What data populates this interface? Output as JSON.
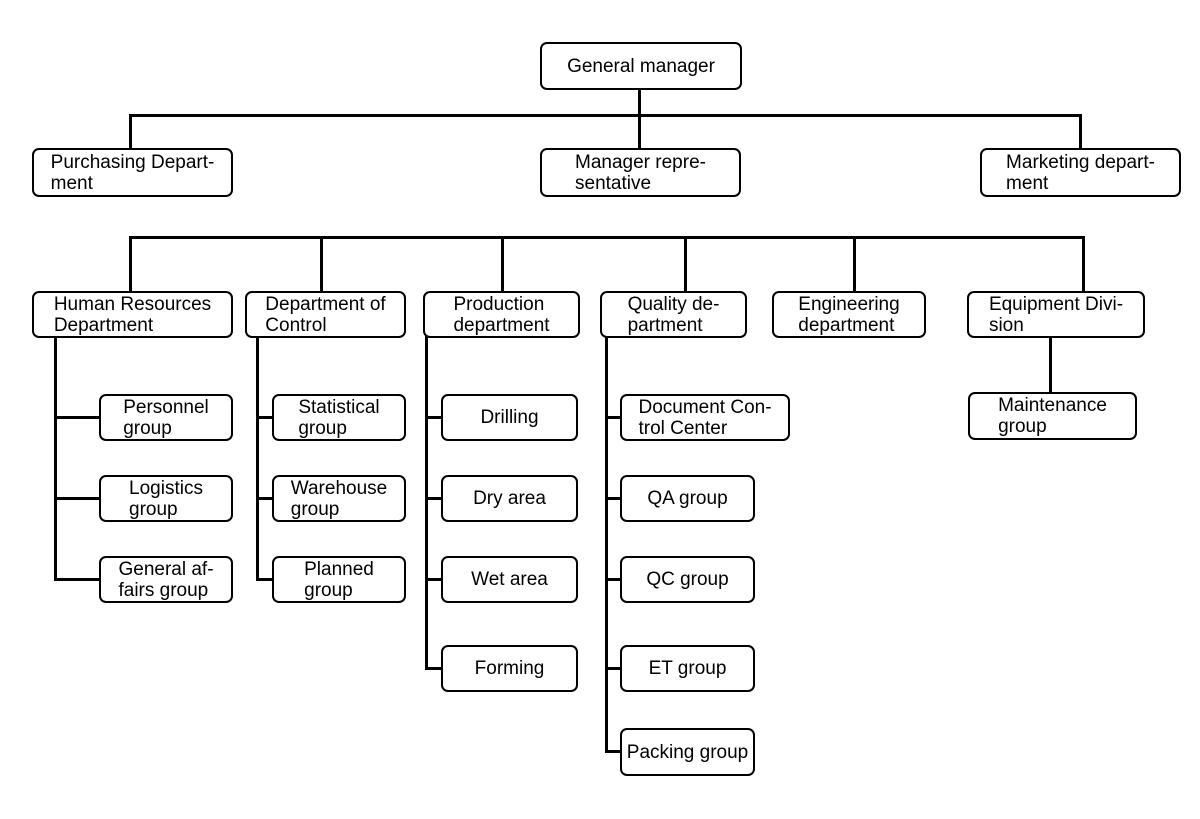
{
  "org": {
    "root": {
      "label": "General manager"
    },
    "management": [
      {
        "label": "Purchasing Depart-\nment"
      },
      {
        "label": "Manager repre-\nsentative"
      },
      {
        "label": "Marketing depart-\nment"
      }
    ],
    "departments": [
      {
        "label": "Human Resources\nDepartment",
        "children": [
          {
            "label": "Personnel\ngroup"
          },
          {
            "label": "Logistics\ngroup"
          },
          {
            "label": "General af-\nfairs group"
          }
        ]
      },
      {
        "label": "Department of\nControl",
        "children": [
          {
            "label": "Statistical\ngroup"
          },
          {
            "label": "Warehouse\ngroup"
          },
          {
            "label": "Planned\ngroup"
          }
        ]
      },
      {
        "label": "Production\ndepartment",
        "children": [
          {
            "label": "Drilling"
          },
          {
            "label": "Dry area"
          },
          {
            "label": "Wet area"
          },
          {
            "label": "Forming"
          }
        ]
      },
      {
        "label": "Quality de-\npartment",
        "children": [
          {
            "label": "Document Con-\ntrol Center"
          },
          {
            "label": "QA group"
          },
          {
            "label": "QC group"
          },
          {
            "label": "ET group"
          },
          {
            "label": "Packing group"
          }
        ]
      },
      {
        "label": "Engineering\ndepartment",
        "children": []
      },
      {
        "label": "Equipment Divi-\nsion",
        "children": [
          {
            "label": "Maintenance\ngroup"
          }
        ]
      }
    ],
    "colors": {
      "background": "#ffffff",
      "box_fill": "#ffffff",
      "box_border": "#000000",
      "connector": "#000000",
      "text": "#000000"
    }
  }
}
